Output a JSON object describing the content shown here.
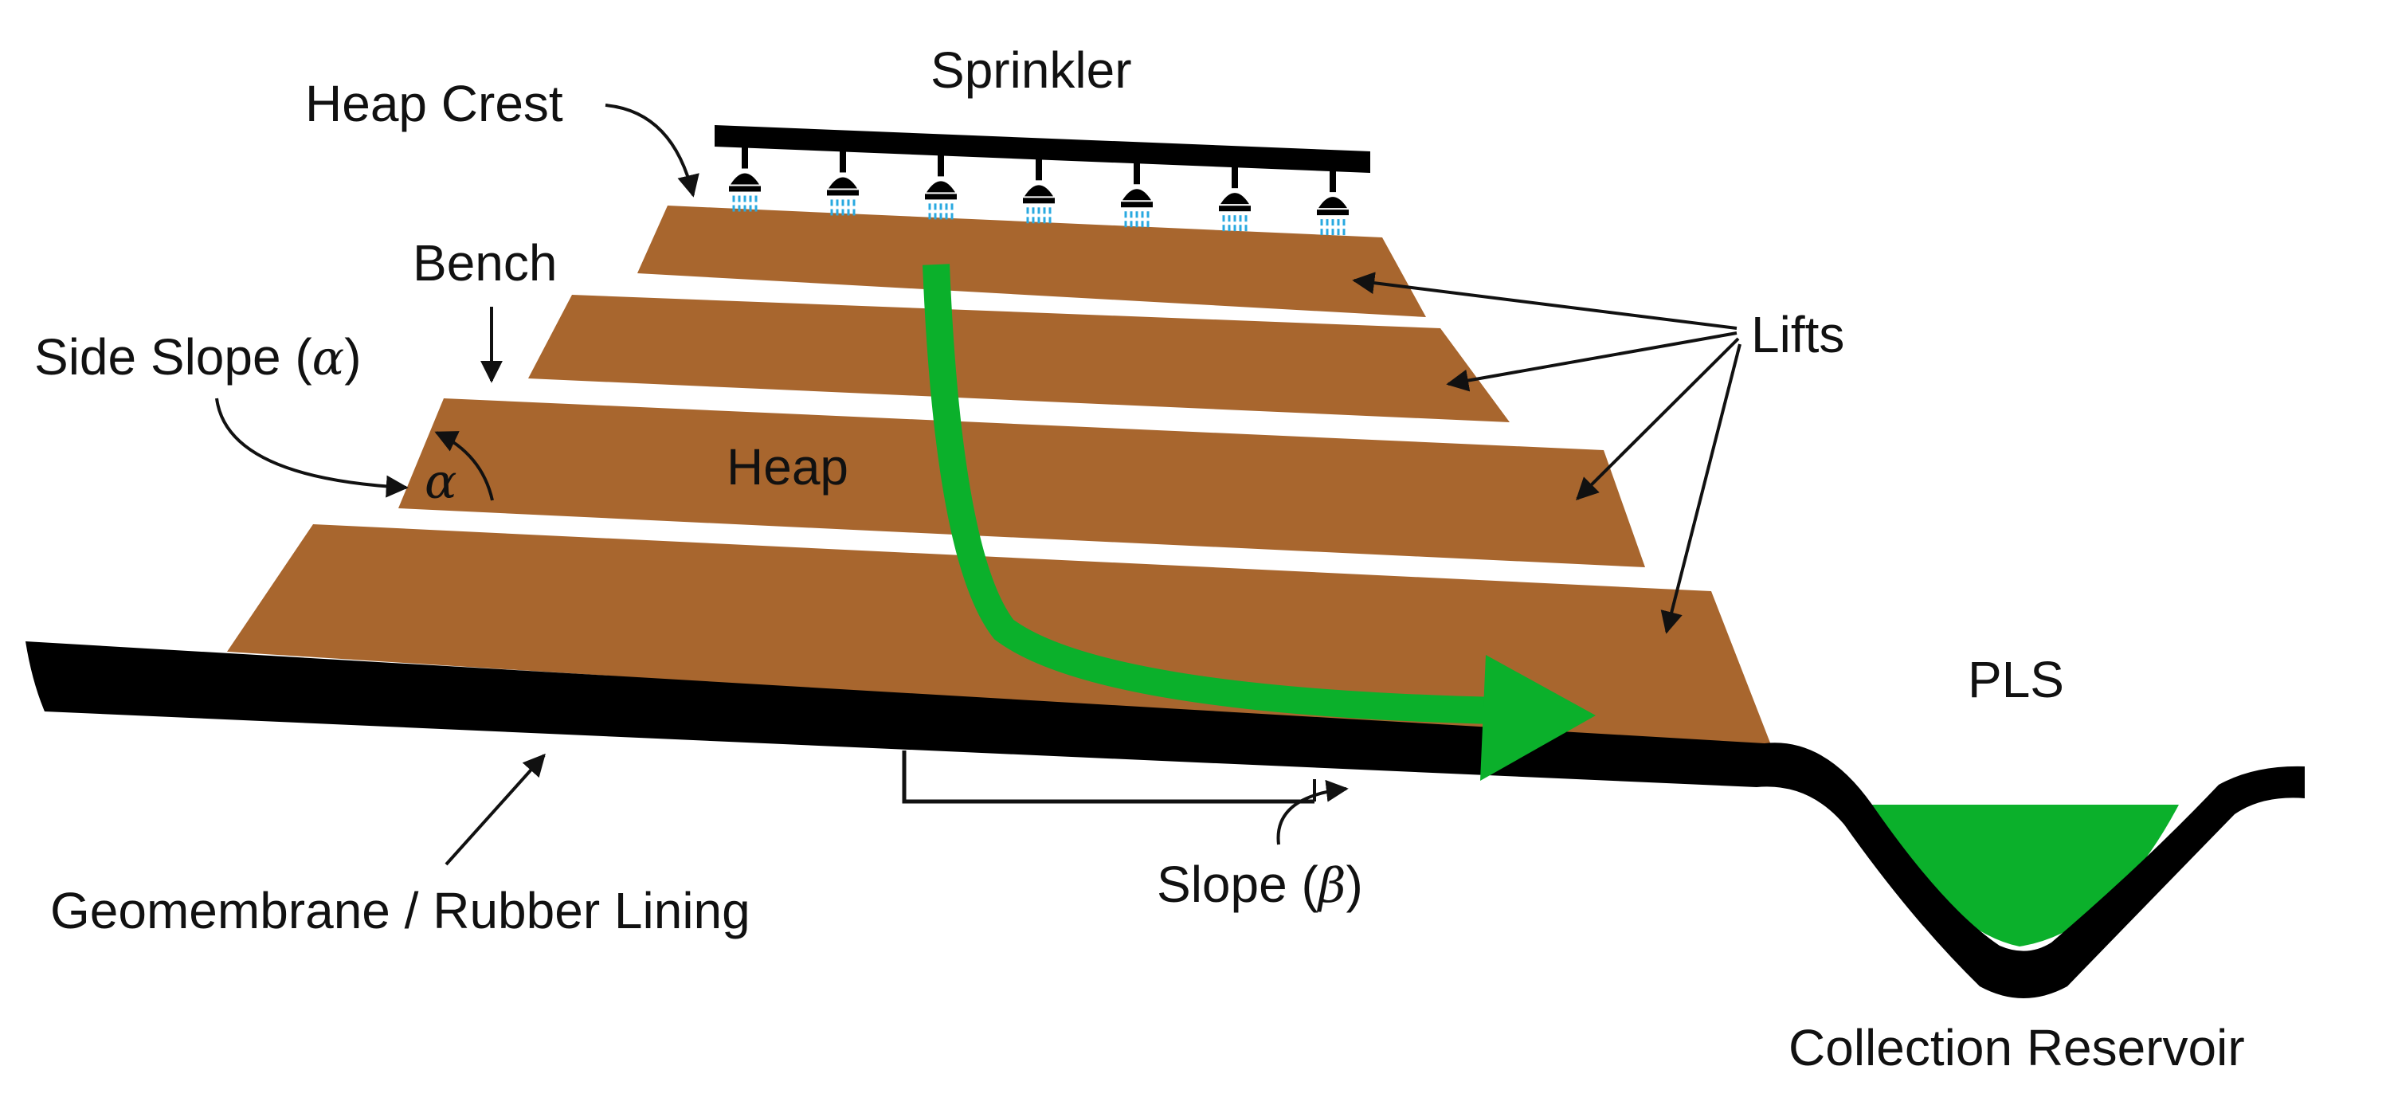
{
  "labels": {
    "sprinkler": "Sprinkler",
    "heap_crest": "Heap Crest",
    "bench": "Bench",
    "side_slope_text": "Side Slope (",
    "side_slope_symbol": "α",
    "side_slope_close": ")",
    "alpha_angle": "α",
    "heap": "Heap",
    "lifts": "Lifts",
    "pls": "PLS",
    "geomembrane": "Geomembrane / Rubber Lining",
    "slope_text": "Slope (",
    "slope_symbol": "β",
    "slope_close": ")",
    "collection_reservoir": "Collection Reservoir"
  },
  "colors": {
    "heap_soil": "#a8662e",
    "liner": "#000000",
    "flow_arrow": "#0bb02b",
    "reservoir_liquid": "#0bb02b",
    "spray": "#29a9e0",
    "text": "#111111"
  },
  "sprinkler_heads": 7,
  "lift_count": 4
}
